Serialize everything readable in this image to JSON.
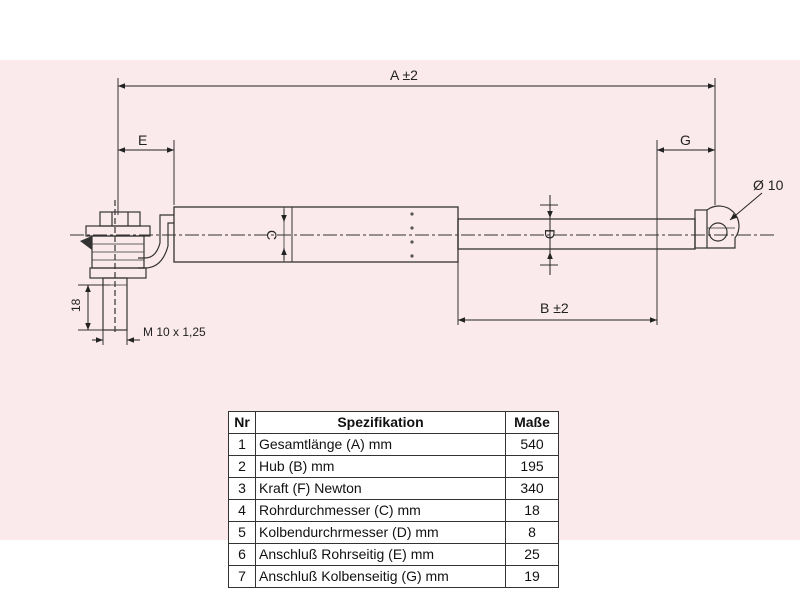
{
  "labels": {
    "length_a": "A ±2",
    "stroke_b": "B ±2",
    "end_e": "E",
    "end_g": "G",
    "tube_c": "C",
    "rod_d": "D",
    "eye_diameter": "Ø 10",
    "thread_length": "18",
    "thread_size": "M 10 x 1,25"
  },
  "table": {
    "headers": {
      "nr": "Nr",
      "spec": "Spezifikation",
      "value": "Maße"
    },
    "rows": [
      {
        "nr": "1",
        "spec": "Gesamtlänge (A) mm",
        "value": "540"
      },
      {
        "nr": "2",
        "spec": "Hub (B)  mm",
        "value": "195"
      },
      {
        "nr": "3",
        "spec": "Kraft (F) Newton",
        "value": "340"
      },
      {
        "nr": "4",
        "spec": "Rohrdurchmesser (C) mm",
        "value": "18"
      },
      {
        "nr": "5",
        "spec": "Kolbendurchrmesser (D) mm",
        "value": "8"
      },
      {
        "nr": "6",
        "spec": "Anschluß Rohrseitig (E) mm",
        "value": "25"
      },
      {
        "nr": "7",
        "spec": "Anschluß Kolbenseitig (G) mm",
        "value": "19"
      }
    ]
  }
}
